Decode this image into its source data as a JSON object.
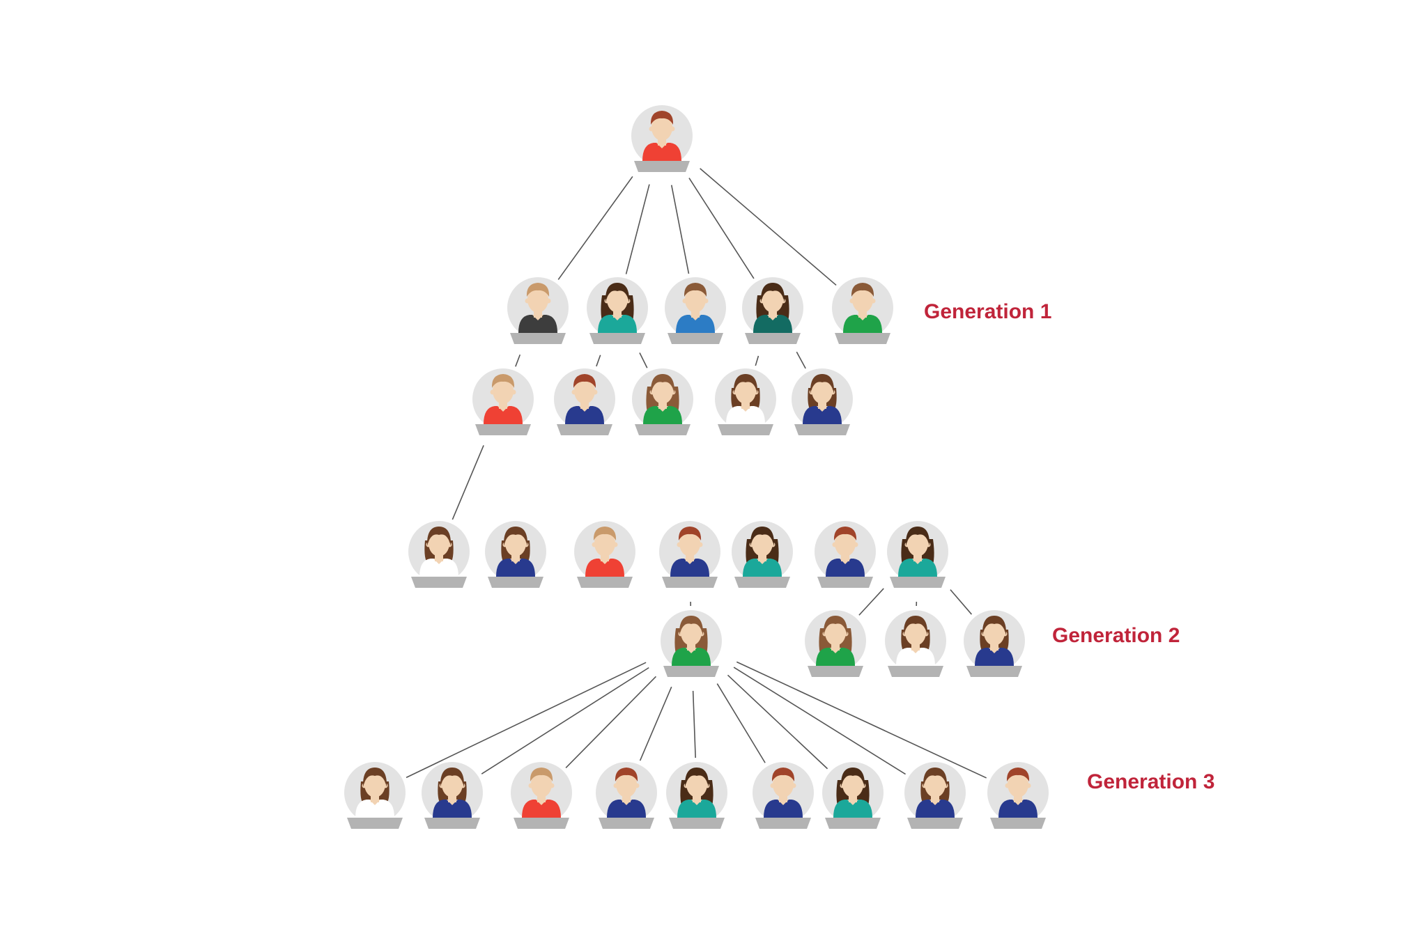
{
  "generation_labels": [
    "Generation 1",
    "Generation 2",
    "Generation 3"
  ],
  "colors": {
    "label": "#c0243a",
    "line": "#555555",
    "circle": "#e3e3e3",
    "plaque": "#b3b3b3",
    "skin": "#f2d3b3",
    "red": "#ef4134",
    "dark": "#3d3d3d",
    "teal": "#1ba89a",
    "blue": "#2c7cc5",
    "darkteal": "#136b62",
    "green": "#1fa349",
    "navy": "#283a8e",
    "white": "#ffffff",
    "hair_brown": "#6b3f24",
    "hair_auburn": "#a0442a",
    "hair_light": "#c99a6b",
    "hair_dark": "#4a2c17",
    "hair_mid": "#8a5a38"
  },
  "people": [
    {
      "id": "root",
      "gender": "m",
      "hair": "hair_auburn",
      "shirt": "red"
    },
    {
      "id": "g1a",
      "gender": "m",
      "hair": "hair_light",
      "shirt": "dark"
    },
    {
      "id": "g1b",
      "gender": "f",
      "hair": "hair_dark",
      "shirt": "teal"
    },
    {
      "id": "g1c",
      "gender": "m",
      "hair": "hair_mid",
      "shirt": "blue"
    },
    {
      "id": "g1d",
      "gender": "f",
      "hair": "hair_dark",
      "shirt": "darkteal"
    },
    {
      "id": "g1e",
      "gender": "m",
      "hair": "hair_mid",
      "shirt": "green"
    },
    {
      "id": "r3a",
      "gender": "m",
      "hair": "hair_light",
      "shirt": "red"
    },
    {
      "id": "r3b",
      "gender": "m",
      "hair": "hair_auburn",
      "shirt": "navy"
    },
    {
      "id": "r3c",
      "gender": "f",
      "hair": "hair_mid",
      "shirt": "green"
    },
    {
      "id": "r3d",
      "gender": "fs",
      "hair": "hair_brown",
      "shirt": "white"
    },
    {
      "id": "r3e",
      "gender": "fs",
      "hair": "hair_brown",
      "shirt": "navy"
    },
    {
      "id": "r4a",
      "gender": "fs",
      "hair": "hair_brown",
      "shirt": "white"
    },
    {
      "id": "r4b",
      "gender": "fs",
      "hair": "hair_brown",
      "shirt": "navy"
    },
    {
      "id": "r4c",
      "gender": "m",
      "hair": "hair_light",
      "shirt": "red"
    },
    {
      "id": "r4d",
      "gender": "m",
      "hair": "hair_auburn",
      "shirt": "navy"
    },
    {
      "id": "r4e",
      "gender": "f",
      "hair": "hair_dark",
      "shirt": "teal"
    },
    {
      "id": "r4f",
      "gender": "m",
      "hair": "hair_auburn",
      "shirt": "navy"
    },
    {
      "id": "r4g",
      "gender": "f",
      "hair": "hair_dark",
      "shirt": "teal"
    },
    {
      "id": "r5mid",
      "gender": "f",
      "hair": "hair_mid",
      "shirt": "green"
    },
    {
      "id": "r5a",
      "gender": "f",
      "hair": "hair_mid",
      "shirt": "green"
    },
    {
      "id": "r5b",
      "gender": "fs",
      "hair": "hair_brown",
      "shirt": "white"
    },
    {
      "id": "r5c",
      "gender": "fs",
      "hair": "hair_brown",
      "shirt": "navy"
    },
    {
      "id": "g3a",
      "gender": "fs",
      "hair": "hair_brown",
      "shirt": "white"
    },
    {
      "id": "g3b",
      "gender": "fs",
      "hair": "hair_brown",
      "shirt": "navy"
    },
    {
      "id": "g3c",
      "gender": "m",
      "hair": "hair_light",
      "shirt": "red"
    },
    {
      "id": "g3d",
      "gender": "m",
      "hair": "hair_auburn",
      "shirt": "navy"
    },
    {
      "id": "g3e",
      "gender": "f",
      "hair": "hair_dark",
      "shirt": "teal"
    },
    {
      "id": "g3f",
      "gender": "m",
      "hair": "hair_auburn",
      "shirt": "navy"
    },
    {
      "id": "g3g",
      "gender": "f",
      "hair": "hair_dark",
      "shirt": "teal"
    },
    {
      "id": "g3h",
      "gender": "fs",
      "hair": "hair_brown",
      "shirt": "navy"
    },
    {
      "id": "g3i",
      "gender": "m",
      "hair": "hair_auburn",
      "shirt": "navy"
    }
  ],
  "connections": [
    [
      "root",
      "g1a"
    ],
    [
      "root",
      "g1b"
    ],
    [
      "root",
      "g1c"
    ],
    [
      "root",
      "g1d"
    ],
    [
      "root",
      "g1e"
    ],
    [
      "g1a",
      "r3a"
    ],
    [
      "g1b",
      "r3b"
    ],
    [
      "g1b",
      "r3c"
    ],
    [
      "g1d",
      "r3d"
    ],
    [
      "g1d",
      "r3e"
    ],
    [
      "r3a",
      "r4a"
    ],
    [
      "r4d",
      "r5mid"
    ],
    [
      "r4g",
      "r5a"
    ],
    [
      "r4g",
      "r5b"
    ],
    [
      "r4g",
      "r5c"
    ],
    [
      "r5mid",
      "g3a"
    ],
    [
      "r5mid",
      "g3b"
    ],
    [
      "r5mid",
      "g3c"
    ],
    [
      "r5mid",
      "g3d"
    ],
    [
      "r5mid",
      "g3e"
    ],
    [
      "r5mid",
      "g3f"
    ],
    [
      "r5mid",
      "g3g"
    ],
    [
      "r5mid",
      "g3h"
    ],
    [
      "r5mid",
      "g3i"
    ]
  ]
}
